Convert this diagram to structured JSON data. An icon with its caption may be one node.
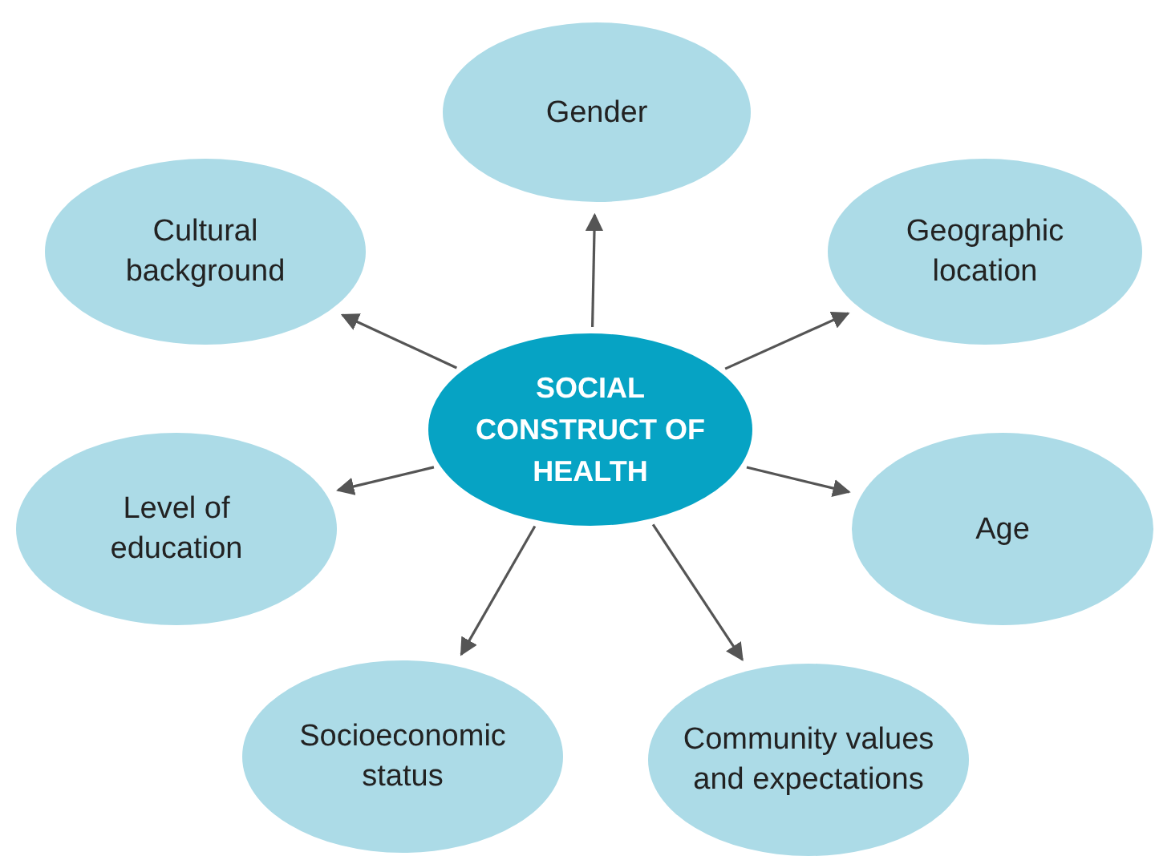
{
  "diagram": {
    "nodes": [
      {
        "text": [
          "SOCIAL CONSTRUCT OF HEALTH"
        ]
      },
      {
        "text": [
          "Gender"
        ]
      },
      {
        "text": [
          "Cultural background"
        ]
      },
      {
        "text": [
          "Geographic location"
        ]
      },
      {
        "text": [
          "Level of education"
        ]
      },
      {
        "text": [
          "Age"
        ]
      },
      {
        "text": [
          "Socioeconomic status"
        ]
      },
      {
        "text": [
          "Community values and expectations"
        ]
      }
    ],
    "edges": [
      {
        "from": 0,
        "to": 1,
        "arrow": "to"
      },
      {
        "from": 0,
        "to": 2,
        "arrow": "to"
      },
      {
        "from": 0,
        "to": 3,
        "arrow": "to"
      },
      {
        "from": 0,
        "to": 4,
        "arrow": "to"
      },
      {
        "from": 0,
        "to": 5,
        "arrow": "to"
      },
      {
        "from": 0,
        "to": 6,
        "arrow": "to"
      },
      {
        "from": 0,
        "to": 7,
        "arrow": "to"
      }
    ]
  }
}
